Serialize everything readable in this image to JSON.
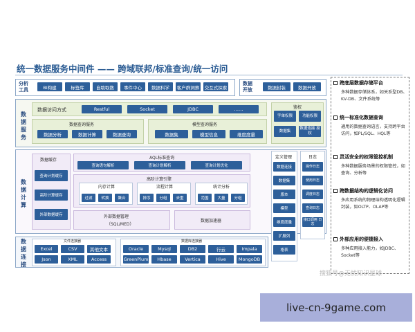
{
  "title": "统一数据服务中间件 —— 跨域联邦/标准查询/统一访问",
  "analysis": {
    "label": "分析工具",
    "buttons": [
      "BI构建",
      "标签库",
      "自助取数",
      "事件中心",
      "数据科学",
      "客户群洞察",
      "交互式探索"
    ]
  },
  "open": {
    "label": "数据开放",
    "buttons": [
      "数据封装",
      "数据开放"
    ]
  },
  "service": {
    "label": "数据服务",
    "access_title": "数据访问方式",
    "access": [
      "Restful",
      "Socket",
      "JDBC",
      "……"
    ],
    "query_title": "数据查询服务",
    "query": [
      "数据分析",
      "数据计算",
      "数据查询"
    ],
    "model_title": "模型查询服务",
    "model": [
      "数据集",
      "模型信息",
      "维度度量"
    ],
    "auth_title": "鉴权",
    "auth": [
      "字单权限",
      "功能权限",
      "数据集",
      "数据连接 授权"
    ]
  },
  "compute": {
    "label": "数据计算",
    "cache_title": "数据缓存",
    "cache": [
      "查询计划缓存",
      "高阶计算缓存",
      "外部数据缓存"
    ],
    "aql_title": "AQL标准查询",
    "aql": [
      "查询语句解析",
      "查询计划解析",
      "查询计划优化"
    ],
    "engine_title": "高阶计算引擎",
    "mem_title": "内存计算",
    "mem": [
      "过滤",
      "转换",
      "聚合"
    ],
    "flow_title": "流程计算",
    "flow": [
      "排序",
      "分组",
      "去重"
    ],
    "stat_title": "统计分析",
    "stat": [
      "范围",
      "大量",
      "分组"
    ],
    "ext_title": "外部数据管理",
    "ext_sub": "（SQL/MED）",
    "accel": "数据加速器",
    "def_title": "定义管理",
    "def": [
      "数据连接",
      "数据集",
      "版本",
      "模型",
      "维度度量",
      "扩展列",
      "格表"
    ],
    "log_title": "日志",
    "log": [
      "操作日志",
      "使用日志",
      "调度日志",
      "查询日志",
      "接口调用 日志"
    ]
  },
  "connect": {
    "label": "数据连接",
    "file_title": "文件连接器",
    "files": [
      "Excel",
      "CSV",
      "其他文本",
      "Json",
      "XML",
      "Access"
    ],
    "db_title": "数据库连接器",
    "dbs": [
      "Oracle",
      "Mysql",
      "DB2",
      "行云",
      "Impala",
      "GreenPlum",
      "Hbase",
      "Vertica",
      "Hive",
      "MongoDB"
    ]
  },
  "features": [
    {
      "head": "跨底层数据存储平台",
      "desc": "多种数据存储体系，如关系型DB、KV-DB、文件系统等"
    },
    {
      "head": "统一标准化数据查询",
      "desc": "通用的数据查询语言，支持跨平台访问，如PL/SQL、HQL等"
    },
    {
      "head": "灵活安全的权限管控机制",
      "desc": "多种数据服务场景的权限管控，如查询、分析等"
    },
    {
      "head": "跨数据结构的逻辑化访问",
      "desc": "多应用系统的物理结构透明化逻辑封装，如OLTP、OLAP等"
    },
    {
      "head": "外部应用的便捷接入",
      "desc": "多种应用接入能力，如JDBC、Socket等"
    }
  ],
  "watermark": "搜狐号@无忧知识星球",
  "footer": "live-cn-9game.com",
  "colors": {
    "button": "#2d5f9a",
    "service_bg": "#e8f0d8",
    "compute_bg": "#f1ebf7",
    "footer_bg": "#a8afda",
    "title": "#2a5b93"
  }
}
